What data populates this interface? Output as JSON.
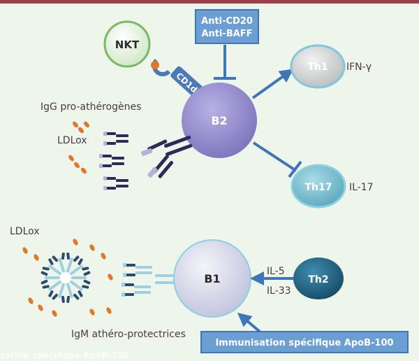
{
  "colors": {
    "background": "#eef5ea",
    "top_bar": "#9c3f4b",
    "arrow_blue": "#3f76b8",
    "box_blue": "#6b9fd4",
    "b2_purple": "#8b82c6",
    "nkt_green": "#8fc67a",
    "th17_teal": "#6cb6c9",
    "th2_dark": "#1e5a78",
    "ldl_orange": "#e2772b",
    "antibody_dark": "#2f2a55"
  },
  "nodes": {
    "nkt": "NKT",
    "cd1d": "CD1d",
    "b2": "B2",
    "th1": "Th1",
    "th17": "Th17",
    "b1": "B1",
    "th2": "Th2"
  },
  "inhibitor_box": {
    "line1": "Anti-CD20",
    "line2": "Anti-BAFF"
  },
  "labels": {
    "ifn": "IFN-γ",
    "il17": "IL-17",
    "il5": "IL-5",
    "il33": "IL-33",
    "igg": "IgG pro-athérogènes",
    "ldlox_top": "LDLox",
    "ldlox_bottom": "LDLox",
    "igm": "IgM athéro-protectrices"
  },
  "immunisation_box": "Immunisation spécifique ApoB-100",
  "footer_text": "sation spécifique ApoB-100"
}
